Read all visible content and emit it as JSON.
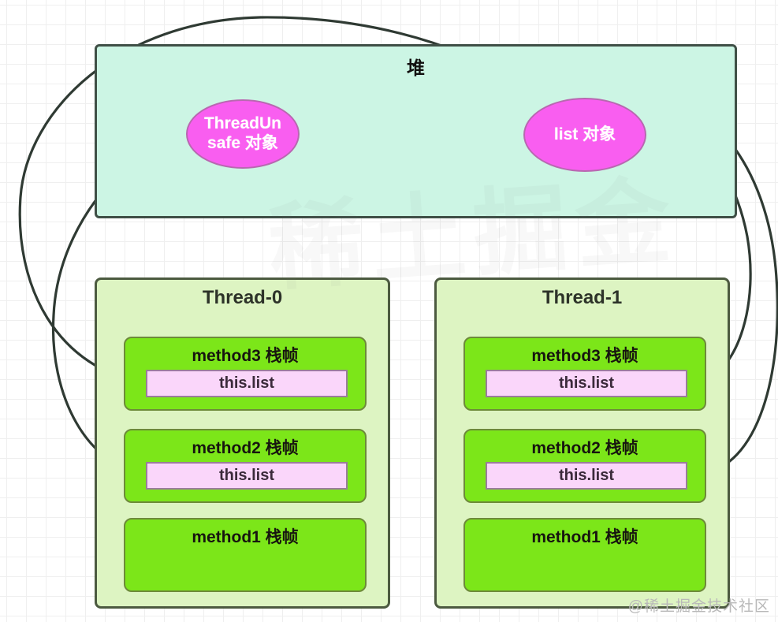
{
  "diagram": {
    "title_note": "堆",
    "heap": {
      "label": "堆",
      "objects": [
        {
          "id": "threadunsafe",
          "label": "ThreadUnsafe 对象",
          "line1": "ThreadUn",
          "line2": "safe 对象",
          "shape": "ellipse",
          "fill": "#f95ef0",
          "text_color": "#ffffff"
        },
        {
          "id": "list",
          "label": "list 对象",
          "shape": "ellipse",
          "fill": "#f95ef0",
          "text_color": "#ffffff"
        }
      ],
      "fill": "#ccf5e4",
      "border": "#3f4f46"
    },
    "threads": [
      {
        "id": "thread-0",
        "title": "Thread-0",
        "fill": "#ddf4c2",
        "border": "#4c5a40",
        "frames": [
          {
            "title": "method3 栈帧",
            "slot": "this.list",
            "has_slot": true
          },
          {
            "title": "method2 栈帧",
            "slot": "this.list",
            "has_slot": true
          },
          {
            "title": "method1 栈帧",
            "slot": "",
            "has_slot": false
          }
        ]
      },
      {
        "id": "thread-1",
        "title": "Thread-1",
        "fill": "#ddf4c2",
        "border": "#4c5a40",
        "frames": [
          {
            "title": "method3 栈帧",
            "slot": "this.list",
            "has_slot": true
          },
          {
            "title": "method2 栈帧",
            "slot": "this.list",
            "has_slot": true
          },
          {
            "title": "method1 栈帧",
            "slot": "",
            "has_slot": false
          }
        ]
      }
    ],
    "references": [
      {
        "from": "threadunsafe",
        "to": "list",
        "style": "straight"
      },
      {
        "from": "thread-0.method3.this.list",
        "to": "list",
        "style": "curve-left-outer"
      },
      {
        "from": "thread-0.method2.this.list",
        "to": "list",
        "style": "curve-left-inner"
      },
      {
        "from": "thread-1.method3.this.list",
        "to": "list",
        "style": "curve-right-inner"
      },
      {
        "from": "thread-1.method2.this.list",
        "to": "list",
        "style": "curve-right-outer"
      }
    ],
    "colors": {
      "heap_fill": "#ccf5e4",
      "thread_fill": "#ddf4c2",
      "frame_fill": "#7ce619",
      "slot_fill": "#fad6fa",
      "object_fill": "#f95ef0",
      "arrow": "#2f3a33",
      "grid": "#efefef"
    },
    "watermarks": {
      "brand": "@稀土掘金技术社区",
      "ghost": "稀土掘金"
    }
  }
}
